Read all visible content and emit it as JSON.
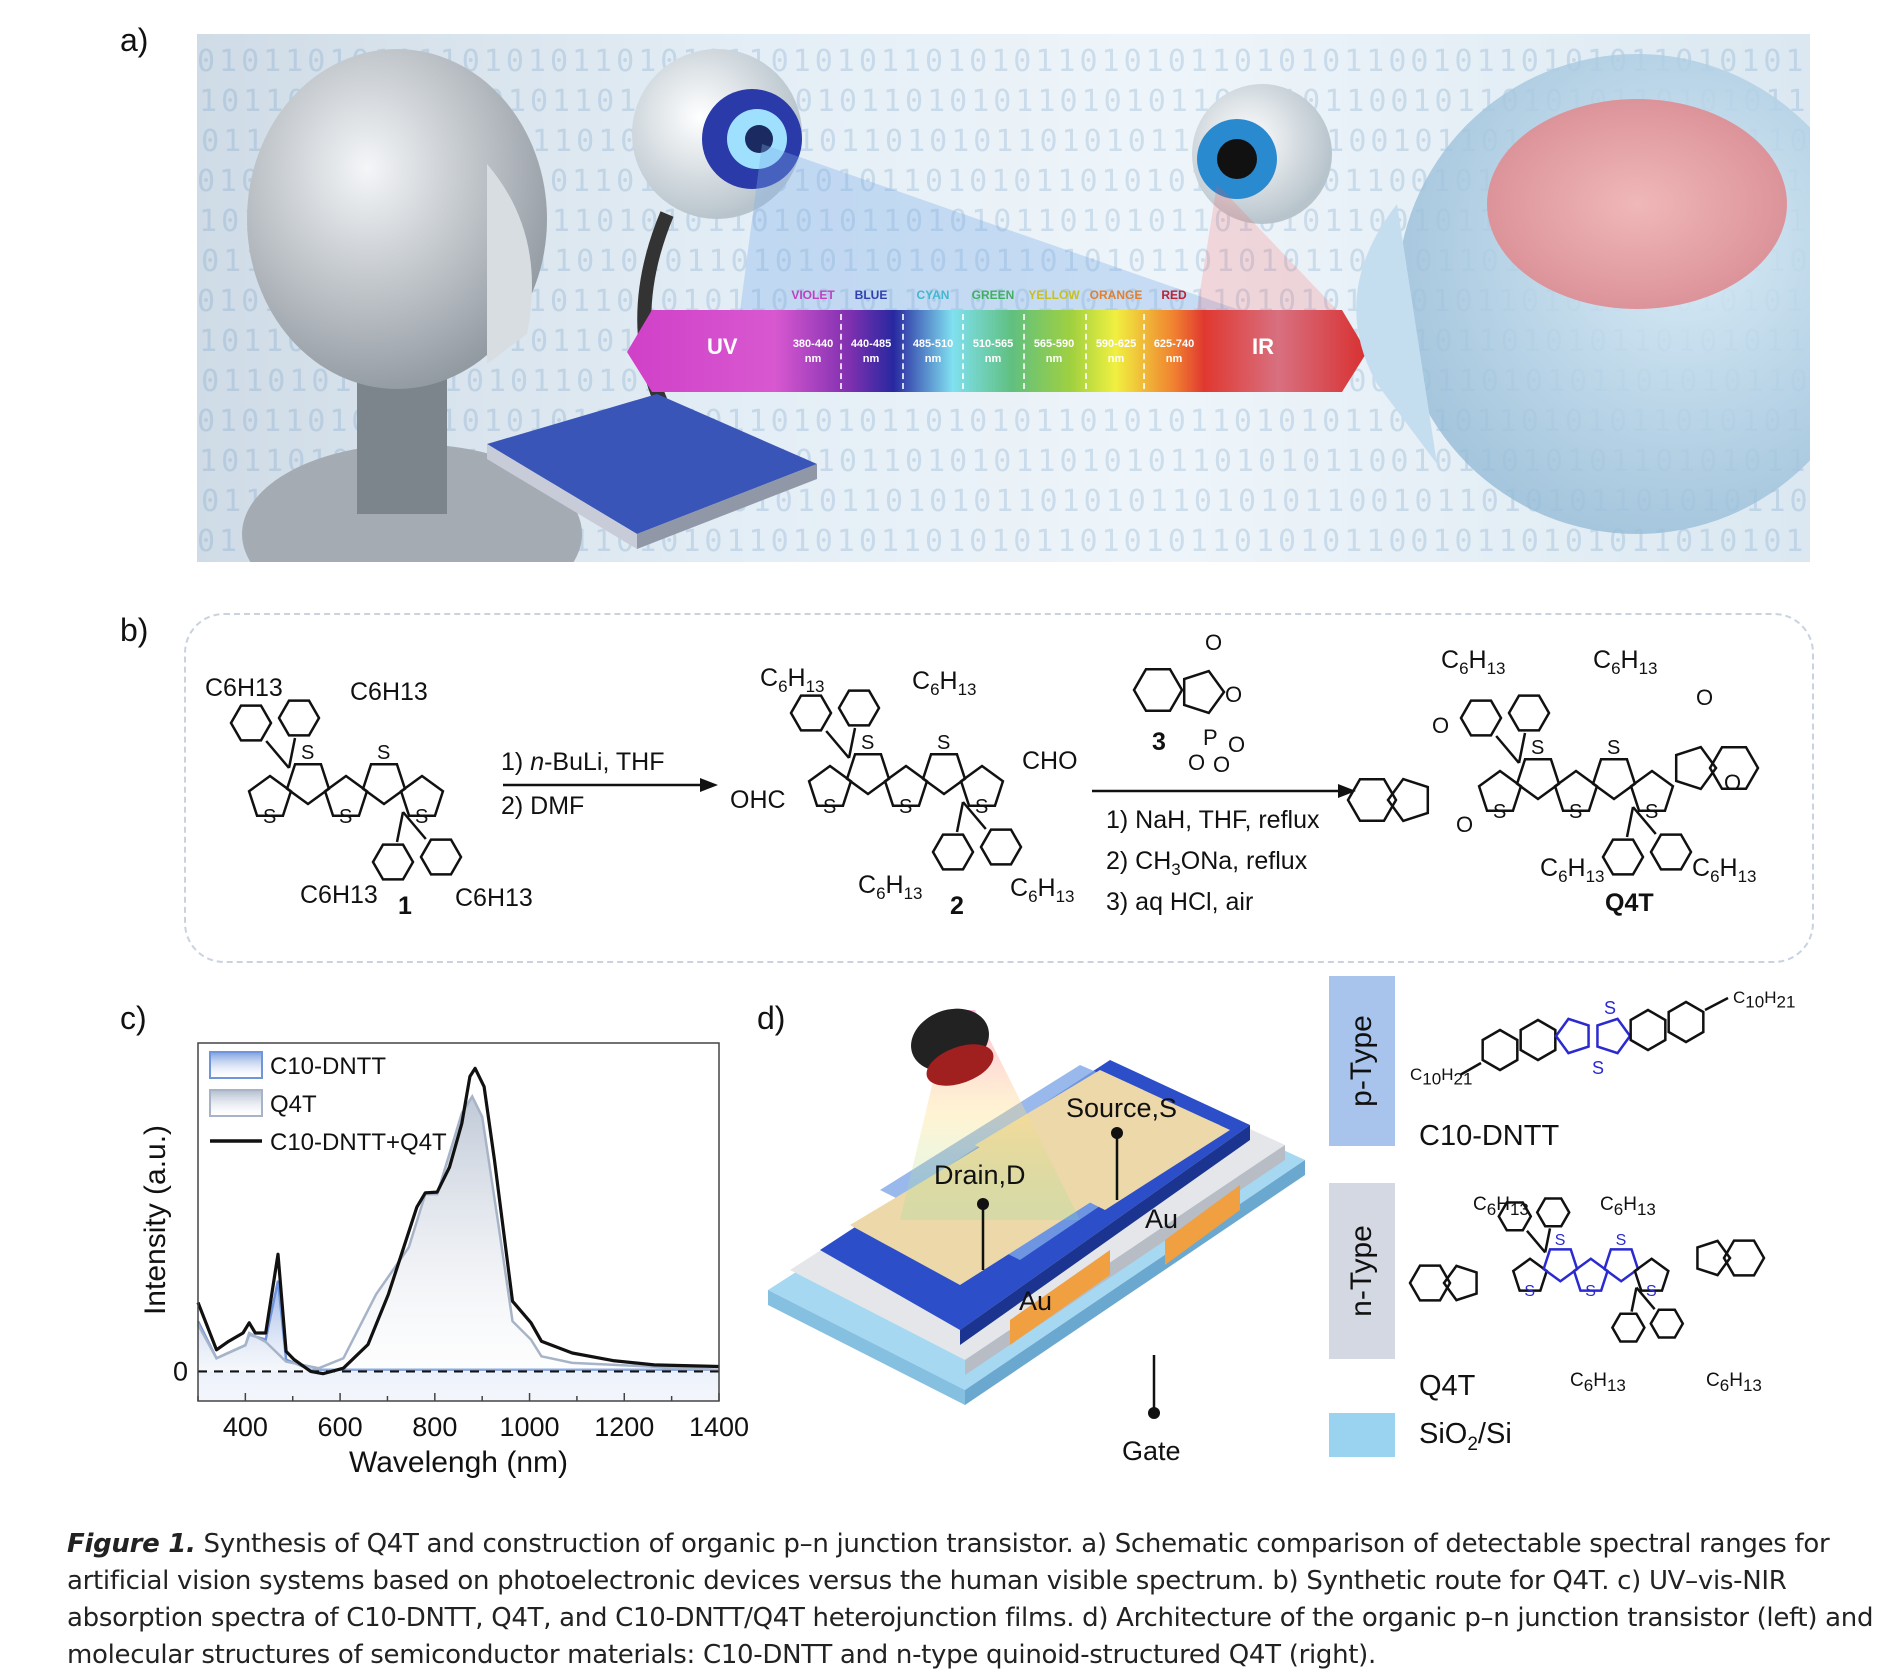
{
  "panel_labels": {
    "a": "a)",
    "b": "b)",
    "c": "c)",
    "d": "d)"
  },
  "panel_a": {
    "binary_pattern": "0101101010110101011010101101010110101011010101101010110",
    "spectrum": {
      "uv": "UV",
      "ir": "IR",
      "bands": [
        {
          "name": "VIOLET",
          "range": "380-440",
          "unit": "nm",
          "color": "#c040c0"
        },
        {
          "name": "BLUE",
          "range": "440-485",
          "unit": "nm",
          "color": "#3040b0"
        },
        {
          "name": "CYAN",
          "range": "485-510",
          "unit": "nm",
          "color": "#40b8d0"
        },
        {
          "name": "GREEN",
          "range": "510-565",
          "unit": "nm",
          "color": "#40b060"
        },
        {
          "name": "YELLOW",
          "range": "565-590",
          "unit": "nm",
          "color": "#c8c020"
        },
        {
          "name": "ORANGE",
          "range": "590-625",
          "unit": "nm",
          "color": "#e08030"
        },
        {
          "name": "RED",
          "range": "625-740",
          "unit": "nm",
          "color": "#c02030"
        }
      ]
    }
  },
  "panel_b": {
    "compound1": {
      "number": "1",
      "substituent": "C6H13"
    },
    "step1": {
      "line1_prefix": "1) ",
      "line1_italic": "n",
      "line1_rest": "-BuLi, THF",
      "line2": "2) DMF"
    },
    "compound2": {
      "number": "2",
      "left_group": "OHC",
      "right_group": "CHO"
    },
    "reagent3": {
      "number": "3",
      "atoms": {
        "O": "O",
        "P": "P"
      }
    },
    "step2": {
      "line1": "1) NaH, THF, reflux",
      "line2_prefix": "2) CH",
      "line2_sub": "3",
      "line2_rest": "ONa, reflux",
      "line3": "3) aq HCl, air"
    },
    "product": {
      "name": "Q4T"
    },
    "sulfur": "S",
    "alkyl": {
      "main": "C",
      "sub1": "6",
      "h": "H",
      "sub2": "13"
    }
  },
  "chart_data": {
    "type": "area",
    "title": "",
    "xlabel": "Wavelengh (nm)",
    "ylabel": "Intensity (a.u.)",
    "xlim": [
      300,
      1400
    ],
    "ylim": [
      -0.09,
      1.0
    ],
    "xticks": [
      400,
      600,
      800,
      1000,
      1200,
      1400
    ],
    "yticks": [
      0
    ],
    "grid": false,
    "legend_position": "top-left",
    "series": [
      {
        "name": "C10-DNTT",
        "style": "filled",
        "color": "#6f95dc",
        "x": [
          300,
          339,
          400,
          408,
          443,
          469,
          486,
          538,
          600,
          800,
          1000,
          1200,
          1400
        ],
        "y": [
          0.153,
          0.04,
          0.08,
          0.112,
          0.097,
          0.276,
          0.036,
          0.005,
          0.005,
          0.005,
          0.005,
          0.005,
          0.005
        ]
      },
      {
        "name": "Q4T",
        "style": "filled",
        "color": "#a7b4c8",
        "x": [
          300,
          339,
          400,
          408,
          443,
          486,
          555,
          607,
          676,
          745,
          780,
          805,
          857,
          879,
          900,
          935,
          964,
          1003,
          1025,
          1090,
          1400
        ],
        "y": [
          0.143,
          0.04,
          0.08,
          0.117,
          0.09,
          0.03,
          0.01,
          0.04,
          0.235,
          0.378,
          0.54,
          0.54,
          0.786,
          0.837,
          0.775,
          0.439,
          0.153,
          0.097,
          0.046,
          0.026,
          0.005
        ]
      },
      {
        "name": "C10-DNTT+Q4T",
        "style": "line",
        "color": "#111111",
        "x": [
          300,
          339,
          365,
          395,
          408,
          421,
          443,
          469,
          486,
          503,
          538,
          564,
          607,
          659,
          702,
          762,
          780,
          805,
          831,
          857,
          874,
          885,
          904,
          926,
          964,
          1003,
          1025,
          1090,
          1176,
          1263,
          1400
        ],
        "y": [
          0.21,
          0.066,
          0.092,
          0.117,
          0.148,
          0.117,
          0.117,
          0.357,
          0.061,
          0.036,
          0,
          -0.007,
          0.01,
          0.082,
          0.235,
          0.5,
          0.544,
          0.546,
          0.622,
          0.755,
          0.898,
          0.923,
          0.867,
          0.643,
          0.214,
          0.148,
          0.092,
          0.056,
          0.033,
          0.02,
          0.015
        ]
      }
    ]
  },
  "panel_d": {
    "source": "Source,S",
    "drain": "Drain,D",
    "electrode": "Au",
    "gate": "Gate",
    "p_type": "p-Type",
    "n_type": "n-Type",
    "p_material": "C10-DNTT",
    "n_material": "Q4T",
    "substrate": {
      "prefix": "SiO",
      "sub": "2",
      "rest": "/Si"
    },
    "decyl": {
      "main": "C",
      "sub1": "10",
      "h": "H",
      "sub2": "21"
    },
    "colors": {
      "p_box": "#a8c4ec",
      "n_box": "#d4d8e2",
      "substrate": "#9ad3ef",
      "highlight": "#2a2ad0"
    }
  },
  "caption": {
    "label": "Figure 1.",
    "text": " Synthesis of Q4T and construction of organic p–n junction transistor. a) Schematic comparison of detectable spectral ranges for artificial vision systems based on photoelectronic devices versus the human visible spectrum. b) Synthetic route for Q4T. c) UV–vis-NIR absorption spectra of C10-DNTT, Q4T, and C10-DNTT/Q4T heterojunction films. d) Architecture of the organic p–n junction transistor (left) and molecular structures of semiconductor materials: C10-DNTT and n-type quinoid-structured Q4T (right)."
  }
}
